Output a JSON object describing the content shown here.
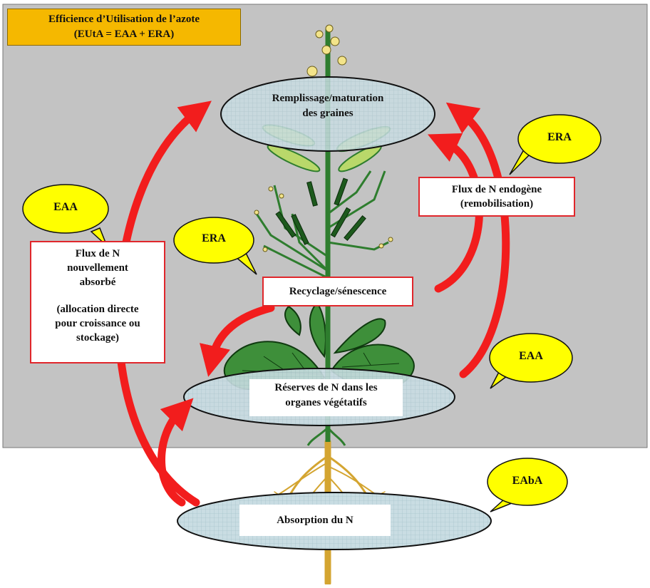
{
  "title": {
    "line1": "Efficience d’Utilisation de l’azote",
    "line2": "(EUtA = EAA + ERA)"
  },
  "nodes": {
    "seeds": {
      "line1": "Remplissage/maturation",
      "line2": "des graines"
    },
    "reserves": {
      "line1": "Réserves de N dans les",
      "line2": "organes végétatifs"
    },
    "absorption": {
      "label": "Absorption du N"
    }
  },
  "boxes": {
    "new_flux": {
      "line1": "Flux de N",
      "line2": "nouvellement",
      "line3": "absorbé",
      "line4": "(allocation directe",
      "line5": "pour croissance ou",
      "line6": "stockage)"
    },
    "endogenous_flux": {
      "line1": "Flux de N endogène",
      "line2": "(remobilisation)"
    },
    "recycling": {
      "label": "Recyclage/sénescence"
    }
  },
  "bubbles": {
    "eaa_left": "EAA",
    "era_mid": "ERA",
    "era_top_right": "ERA",
    "eaa_right": "EAA",
    "eaba": "EAbA"
  },
  "colors": {
    "gray_panel": "#c3c3c3",
    "arrow_red": "#f21d1d",
    "bubble_yellow": "#ffff00",
    "title_orange": "#f5b800",
    "ellipse_fill": "#c9dde3",
    "plant_green": "#2e7d2e",
    "root_gold": "#d4a531"
  }
}
